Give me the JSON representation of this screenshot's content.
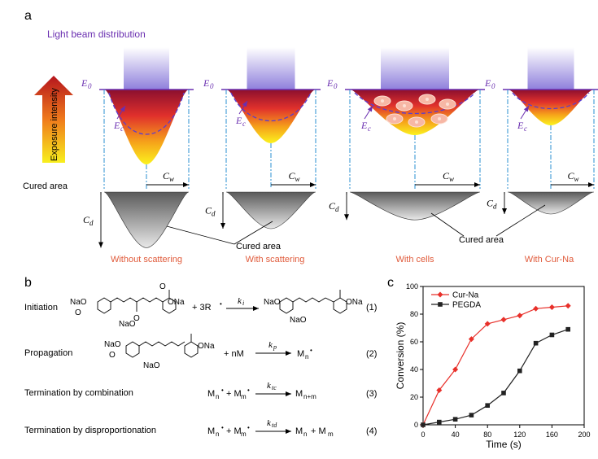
{
  "panel_a": {
    "label": "a",
    "beam_label": "Light beam distribution",
    "exposure_label": "Exposure intensity",
    "cured_area_side_label": "Cured area",
    "cured_area_center_label": "Cured area",
    "e0": "E",
    "e0_sub": "0",
    "ec": "E",
    "ec_sub": "c",
    "cw": "C",
    "cw_sub": "w",
    "cd": "C",
    "cd_sub": "d",
    "captions": [
      "Without scattering",
      "With scattering",
      "With cells",
      "With Cur-Na"
    ],
    "caption_color": "#e05a3a",
    "beam_color": "#9b8ce0",
    "label_color": "#6a2fb0"
  },
  "panel_b": {
    "label": "b",
    "rows": [
      {
        "name": "Initiation",
        "rhs_plus": "+ 3R",
        "k": "k",
        "k_sub": "i",
        "product": "NaO",
        "eq": "(1)"
      },
      {
        "name": "Propagation",
        "rhs_plus": "+ nM",
        "k": "k",
        "k_sub": "p",
        "product": "M",
        "product_sub": "n",
        "eq": "(2)"
      },
      {
        "name": "Termination by combination",
        "lhs": "M",
        "lhs_sub": "n",
        "lhs2": "+ M",
        "lhs2_sub": "m",
        "k": "k",
        "k_sub": "tc",
        "product": "M",
        "product_sub": "n+m",
        "eq": "(3)"
      },
      {
        "name": "Termination by disproportionation",
        "lhs": "M",
        "lhs_sub": "n",
        "lhs2": "+ M",
        "lhs2_sub": "m",
        "k": "k",
        "k_sub": "td",
        "product": "M",
        "product_sub": "n",
        "product2": "+ M",
        "product2_sub": "m",
        "eq": "(4)"
      }
    ],
    "ona": "ONa",
    "nao": "NaO",
    "o": "O"
  },
  "panel_c": {
    "label": "c"
  },
  "chart_data": {
    "type": "line",
    "xlabel": "Time (s)",
    "ylabel": "Conversion (%)",
    "xlim": [
      0,
      200
    ],
    "ylim": [
      0,
      100
    ],
    "xticks": [
      0,
      40,
      80,
      120,
      160,
      200
    ],
    "yticks": [
      0,
      20,
      40,
      60,
      80,
      100
    ],
    "legend_position": "top-left",
    "series": [
      {
        "name": "Cur-Na",
        "color": "#e8302a",
        "marker": "diamond",
        "x": [
          0,
          20,
          40,
          60,
          80,
          100,
          120,
          140,
          160,
          180
        ],
        "values": [
          0,
          25,
          40,
          62,
          73,
          76,
          79,
          84,
          85,
          86
        ]
      },
      {
        "name": "PEGDA",
        "color": "#222222",
        "marker": "square",
        "x": [
          0,
          20,
          40,
          60,
          80,
          100,
          120,
          140,
          160,
          180
        ],
        "values": [
          0,
          2,
          4,
          7,
          14,
          23,
          39,
          59,
          65,
          69
        ]
      }
    ]
  }
}
